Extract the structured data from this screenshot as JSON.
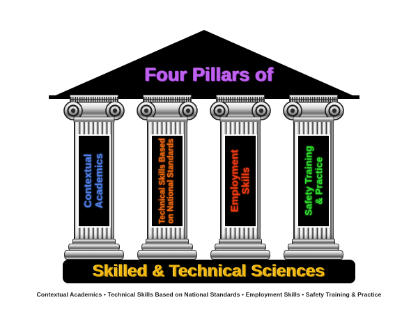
{
  "poster": {
    "title": "Four Pillars of",
    "title_color": "#c060f0",
    "banner_label": "Skilled & Technical Sciences",
    "banner_text_color": "#f2b70c",
    "banner_bg_color": "#000000",
    "footer_line": "Contextual Academics  •  Technical Skills Based on National Standards  •  Employment Skills  •  Safety Training & Practice",
    "pediment_color": "#000000",
    "background_color": "#ffffff"
  },
  "pillars": [
    {
      "id": "contextual-academics",
      "label_line1": "Contextual",
      "label_line2": "Academics",
      "color": "#4f7fe8",
      "font_size": "15px"
    },
    {
      "id": "technical-skills",
      "label_line1": "Technical Skills Based",
      "label_line2": "on National Standards",
      "color": "#f06a10",
      "font_size": "11.5px"
    },
    {
      "id": "employment-skills",
      "label_line1": "Employment",
      "label_line2": "Skills",
      "color": "#ef3b12",
      "font_size": "15px"
    },
    {
      "id": "safety-training",
      "label_line1": "Safety Training",
      "label_line2": "& Practice",
      "color": "#2ee02e",
      "font_size": "14px"
    }
  ]
}
